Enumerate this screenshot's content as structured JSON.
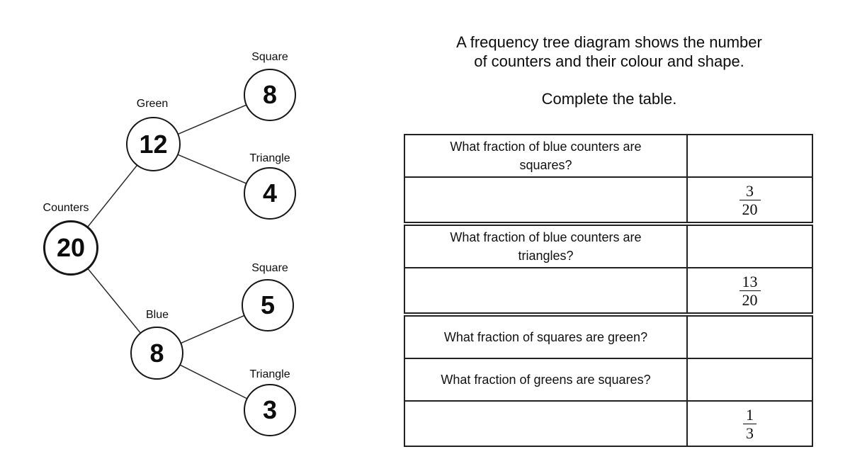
{
  "header": {
    "title_lines": [
      "A frequency tree diagram shows the number",
      "of counters and their colour and shape."
    ],
    "instruction": "Complete the table."
  },
  "tree": {
    "root": {
      "label": "Counters",
      "value": "20"
    },
    "branches": [
      {
        "label": "Green",
        "value": "12",
        "children": [
          {
            "label": "Square",
            "value": "8"
          },
          {
            "label": "Triangle",
            "value": "4"
          }
        ]
      },
      {
        "label": "Blue",
        "value": "8",
        "children": [
          {
            "label": "Square",
            "value": "5"
          },
          {
            "label": "Triangle",
            "value": "3"
          }
        ]
      }
    ]
  },
  "table": {
    "blocks": [
      {
        "rows": [
          {
            "type": "question",
            "lines": [
              "What fraction of blue counters are",
              "squares?"
            ]
          },
          {
            "type": "answer",
            "fraction": {
              "numerator": "3",
              "denominator": "20"
            }
          }
        ]
      },
      {
        "rows": [
          {
            "type": "question",
            "lines": [
              "What fraction of blue counters are",
              "triangles?"
            ]
          },
          {
            "type": "answer",
            "fraction": {
              "numerator": "13",
              "denominator": "20"
            }
          }
        ]
      },
      {
        "rows": [
          {
            "type": "question",
            "lines": [
              "What fraction of squares are green?"
            ]
          },
          {
            "type": "question",
            "lines": [
              "What fraction of greens are squares?"
            ]
          },
          {
            "type": "answer",
            "fraction": {
              "numerator": "1",
              "denominator": "3"
            }
          }
        ]
      }
    ]
  },
  "colors": {
    "ink": "#111111",
    "background": "#ffffff"
  }
}
